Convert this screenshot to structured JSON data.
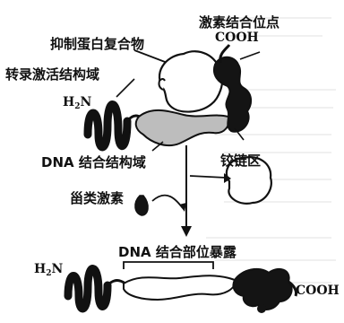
{
  "labels": {
    "repressor_complex": "抑制蛋白复合物",
    "hormone_binding_site": "激素结合位点",
    "cooh_top": "COOH",
    "transcription_activation_domain": "转录激活结构域",
    "h2n_top_h": "H",
    "h2n_top_sub": "2",
    "h2n_top_n": "N",
    "dna_binding_domain": "DNA 结合结构域",
    "hinge_region": "铰链区",
    "steroid_hormone": "甾类激素",
    "dna_binding_site_exposed": "DNA 结合部位暴露",
    "h2n_bottom_h": "H",
    "h2n_bottom_sub": "2",
    "h2n_bottom_n": "N",
    "cooh_bottom": "COOH"
  },
  "colors": {
    "ink": "#111111",
    "fill_dark": "#141414",
    "fill_gray": "#bdbdbd",
    "ghost_text": "#e3e3e3"
  }
}
